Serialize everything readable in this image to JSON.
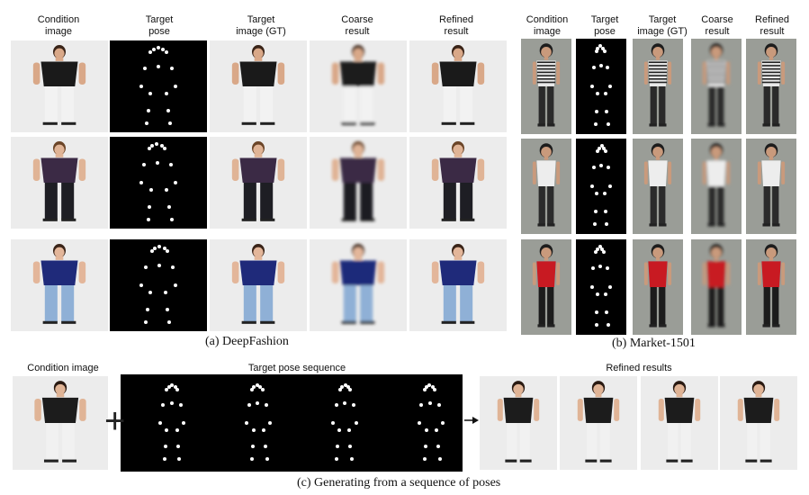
{
  "deepfashion": {
    "headers": [
      "Condition\nimage",
      "Target\npose",
      "Target\nimage (GT)",
      "Coarse\nresult",
      "Refined\nresult"
    ],
    "caption": "(a)  DeepFashion",
    "rows": [
      {
        "top_color": "#1a1a1a",
        "bottom_color": "#f2f2f2",
        "skin": "#d9a888",
        "hair": "#3a2418"
      },
      {
        "top_color": "#3b2a45",
        "bottom_color": "#1e1e24",
        "skin": "#e0b496",
        "hair": "#6b4528"
      },
      {
        "top_color": "#1f2a7a",
        "bottom_color": "#8fb0d6",
        "skin": "#e3b69a",
        "hair": "#3a2418"
      }
    ]
  },
  "market1501": {
    "headers": [
      "Condition\nimage",
      "Target\npose",
      "Target\nimage (GT)",
      "Coarse\nresult",
      "Refined\nresult"
    ],
    "caption": "(b) Market-1501",
    "rows": [
      {
        "top_color": "#e8e8e8",
        "bottom_color": "#2a2a2a",
        "stripes": true
      },
      {
        "top_color": "#ededed",
        "bottom_color": "#2b2b2b",
        "stripes": false
      },
      {
        "top_color": "#c81a22",
        "bottom_color": "#1c1c1c",
        "stripes": false
      }
    ]
  },
  "sequence": {
    "condition_label": "Condition image",
    "pose_label": "Target pose sequence",
    "results_label": "Refined results",
    "plus_symbol": "+",
    "caption": "(c) Generating from a sequence of poses"
  }
}
